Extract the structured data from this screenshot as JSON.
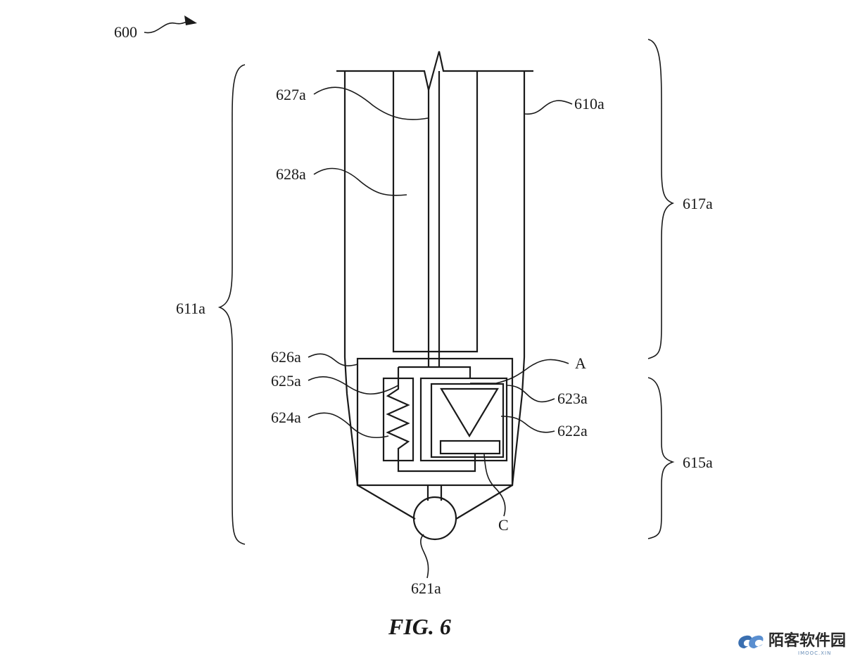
{
  "figure": {
    "caption": "FIG. 6",
    "labels": {
      "ref_600": "600",
      "ref_610a": "610a",
      "ref_611a": "611a",
      "ref_615a": "615a",
      "ref_617a": "617a",
      "ref_621a": "621a",
      "ref_622a": "622a",
      "ref_623a": "623a",
      "ref_624a": "624a",
      "ref_625a": "625a",
      "ref_626a": "626a",
      "ref_627a": "627a",
      "ref_628a": "628a",
      "ref_A": "A",
      "ref_C": "C"
    }
  },
  "watermark": {
    "text": "陌客软件园",
    "subtext": "IMOOC.XIN",
    "colors": {
      "logo": "#3a6fb0",
      "text": "#2a2a2a"
    }
  },
  "colors": {
    "line": "#1a1a1a",
    "background": "#ffffff"
  }
}
